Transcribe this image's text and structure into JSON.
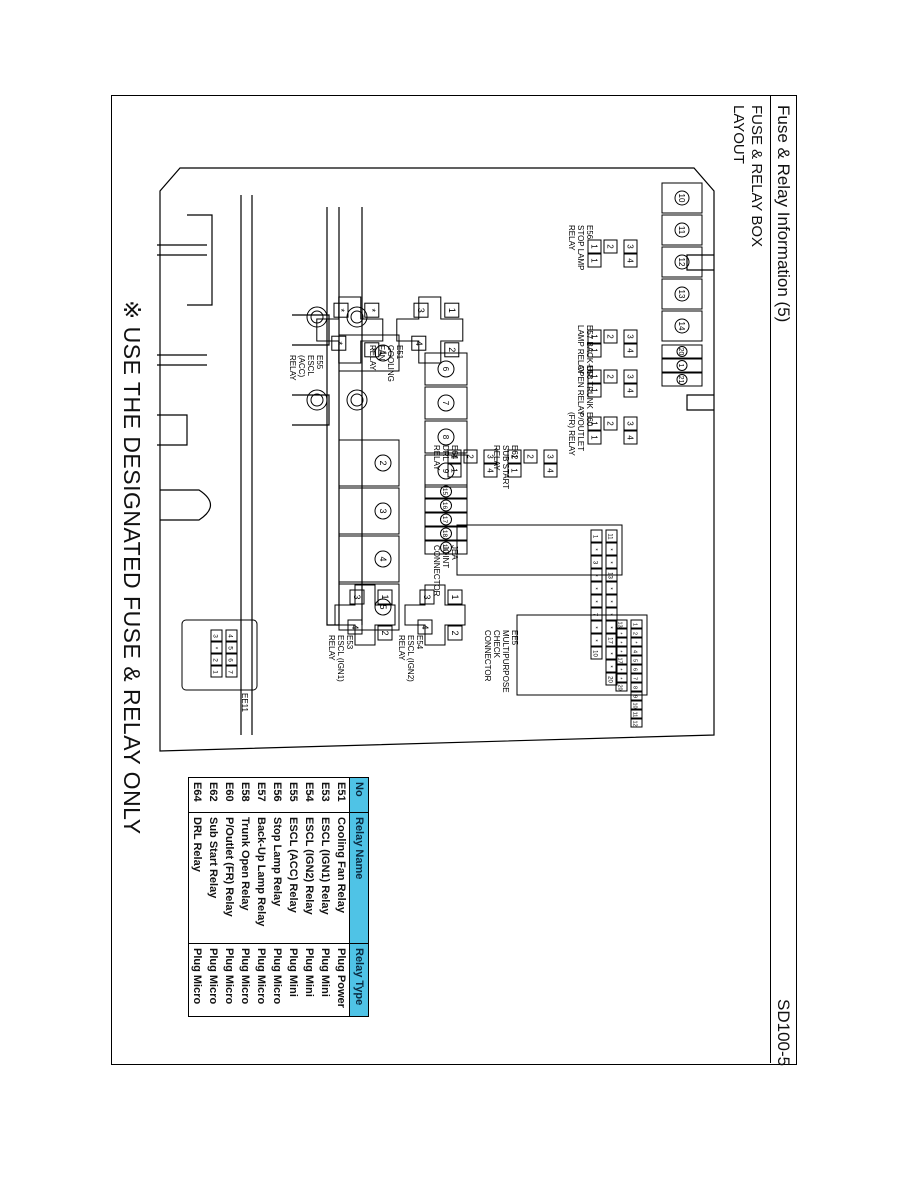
{
  "header": {
    "title": "Fuse & Relay Information (5)",
    "doc_code": "SD100-5"
  },
  "section": {
    "title": "FUSE & RELAY BOX",
    "subtitle": "LAYOUT"
  },
  "warning": "※ USE THE DESIGNATED FUSE & RELAY ONLY",
  "diagram": {
    "relay_labels": {
      "e60": [
        "E60",
        "P/OUTLET",
        "(FR) RELAY"
      ],
      "e58": [
        "E58 TRUNK",
        "OPEN RELAY"
      ],
      "e57": [
        "E57 BACK-UP",
        "LAMP RELAY"
      ],
      "e56": [
        "E56",
        "STOP LAMP",
        "RELAY"
      ],
      "e55": [
        "E55",
        "ESCL",
        "(ACC)",
        "RELAY"
      ],
      "e51": [
        "E51",
        "COOLING",
        "FAN",
        "RELAY"
      ],
      "e64": [
        "E64",
        "DRL",
        "RELAY"
      ],
      "e62": [
        "E62",
        "SUB START",
        "RELAY"
      ],
      "e54": [
        "E54",
        "ESCL (IGN2)",
        "RELAY"
      ],
      "e53": [
        "E53",
        "ESCL (IGN1)",
        "RELAY"
      ]
    },
    "connector_labels": {
      "jea": [
        "JEA",
        "JOINT",
        "CONNECTOR"
      ],
      "ee5": [
        "EE5",
        "MULTIPURPOSE",
        "CHECK",
        "CONNECTOR"
      ],
      "ee11": "EE11"
    },
    "fuse_numbers": {
      "top_row": [
        "10",
        "11",
        "12",
        "13",
        "14"
      ],
      "small_top": [
        "20",
        "1",
        "21"
      ],
      "middle_row": [
        "6",
        "7",
        "8",
        "9"
      ],
      "small_mid": [
        "15",
        "16",
        "17",
        "18",
        "19"
      ],
      "big_center": "1",
      "big_row": [
        "2",
        "3",
        "4",
        "5"
      ]
    },
    "star": "*",
    "pins": [
      "1",
      "2",
      "3",
      "4"
    ],
    "jea_pins": {
      "row1": [
        "11",
        "*",
        "*",
        "13",
        "*",
        "*",
        "*",
        "*",
        "17",
        "*",
        "*",
        "20"
      ],
      "row2": [
        "1",
        "*",
        "3",
        "*",
        "*",
        "*",
        "7",
        "*",
        "*",
        "10"
      ]
    },
    "ee5_pins": {
      "row1": [
        "1",
        "2",
        "*",
        "4",
        "5",
        "6",
        "7",
        "8",
        "9",
        "10",
        "11",
        "12"
      ],
      "row2": [
        "13",
        "*",
        "*",
        "*",
        "17",
        "*",
        "*",
        "20"
      ]
    },
    "ee11_pins": {
      "row1": [
        "4",
        "5",
        "6",
        "7"
      ],
      "row2": [
        "3",
        "*",
        "2",
        "1"
      ]
    }
  },
  "relay_table": {
    "headers": [
      "No",
      "Relay Name",
      "Relay Type"
    ],
    "rows": [
      [
        "E51",
        "Cooling Fan Relay",
        "Plug Power"
      ],
      [
        "E53",
        "ESCL (IGN1) Relay",
        "Plug Mini"
      ],
      [
        "E54",
        "ESCL (IGN2) Relay",
        "Plug Mini"
      ],
      [
        "E55",
        "ESCL (ACC) Relay",
        "Plug Mini"
      ],
      [
        "E56",
        "Stop Lamp Relay",
        "Plug Micro"
      ],
      [
        "E57",
        "Back-Up Lamp Relay",
        "Plug Micro"
      ],
      [
        "E58",
        "Trunk Open Relay",
        "Plug Micro"
      ],
      [
        "E60",
        "P/Outlet (FR) Relay",
        "Plug Micro"
      ],
      [
        "E62",
        "Sub Start Relay",
        "Plug Micro"
      ],
      [
        "E64",
        "DRL Relay",
        "Plug Micro"
      ]
    ]
  }
}
